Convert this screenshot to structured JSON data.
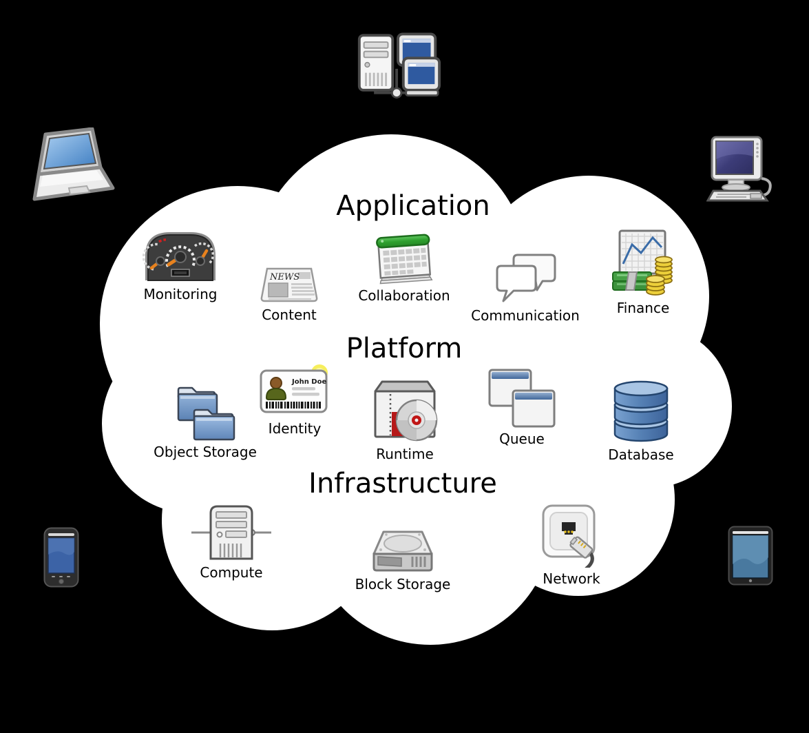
{
  "background_color": "#000000",
  "cloud_color": "#ffffff",
  "text_color": "#000000",
  "accent_colors": {
    "folder_blue": "#5b82b4",
    "database_blue": "#5580b4",
    "window_titlebar_blue": "#41679a",
    "calendar_green": "#2fa02f",
    "money_green": "#46a046",
    "coin_gold": "#eccf3a",
    "needle_orange": "#e8821e",
    "cd_red": "#c01616",
    "identity_glow_yellow": "#f5ec4a",
    "screen_blue": "#3c63a6"
  },
  "sections": [
    {
      "title": "Application",
      "items": [
        {
          "label": "Monitoring",
          "icon": "gauge-dashboard-icon"
        },
        {
          "label": "Content",
          "icon": "newspaper-icon",
          "icon_text": "NEWS"
        },
        {
          "label": "Collaboration",
          "icon": "calendar-icon"
        },
        {
          "label": "Communication",
          "icon": "chat-bubbles-icon"
        },
        {
          "label": "Finance",
          "icon": "money-chart-icon"
        }
      ]
    },
    {
      "title": "Platform",
      "items": [
        {
          "label": "Object Storage",
          "icon": "folders-icon"
        },
        {
          "label": "Identity",
          "icon": "id-card-icon",
          "icon_text": "John Doe"
        },
        {
          "label": "Runtime",
          "icon": "software-box-cd-icon"
        },
        {
          "label": "Queue",
          "icon": "windows-icon"
        },
        {
          "label": "Database",
          "icon": "database-cylinders-icon"
        }
      ]
    },
    {
      "title": "Infrastructure",
      "items": [
        {
          "label": "Compute",
          "icon": "server-tower-icon"
        },
        {
          "label": "Block Storage",
          "icon": "hard-drive-icon"
        },
        {
          "label": "Network",
          "icon": "ethernet-socket-plug-icon"
        }
      ]
    }
  ],
  "devices": [
    {
      "icon": "network-servers-icon",
      "position": "top"
    },
    {
      "icon": "laptop-icon",
      "position": "left"
    },
    {
      "icon": "desktop-computer-icon",
      "position": "right"
    },
    {
      "icon": "smartphone-icon",
      "position": "bottom-left"
    },
    {
      "icon": "tablet-icon",
      "position": "bottom-right"
    }
  ]
}
